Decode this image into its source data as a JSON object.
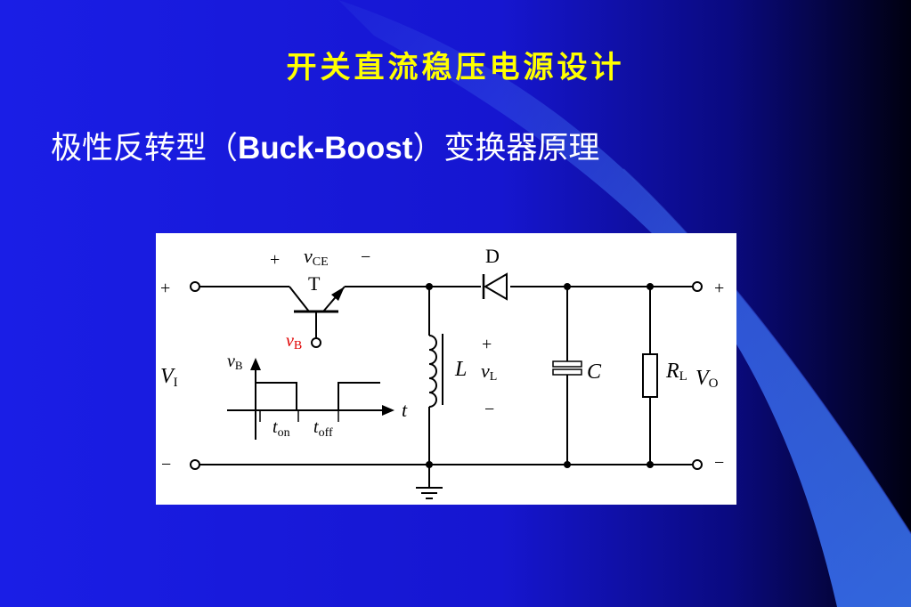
{
  "slide": {
    "title": "开关直流稳压电源设计",
    "subtitle_prefix": "极性反转型（",
    "subtitle_en": "Buck-Boost",
    "subtitle_suffix": "）变换器原理"
  },
  "circuit": {
    "plus_in": "+",
    "minus_in": "−",
    "vin_main": "V",
    "vin_sub": "I",
    "plus_ce": "+",
    "minus_ce": "−",
    "vce_main": "v",
    "vce_sub": "CE",
    "transistor": "T",
    "vb_main": "v",
    "vb_sub": "B",
    "diode": "D",
    "inductor": "L",
    "plus_vl": "+",
    "minus_vl": "−",
    "vl_main": "v",
    "vl_sub": "L",
    "capacitor": "C",
    "rl_main": "R",
    "rl_sub": "L",
    "vo_main": "V",
    "vo_sub": "O",
    "plus_out": "+",
    "minus_out": "−",
    "wave_vb_main": "v",
    "wave_vb_sub": "B",
    "wave_t": "t",
    "ton_main": "t",
    "ton_sub": "on",
    "toff_main": "t",
    "toff_sub": "off"
  },
  "colors": {
    "title": "#ffff00",
    "vb_label": "#e00000"
  }
}
